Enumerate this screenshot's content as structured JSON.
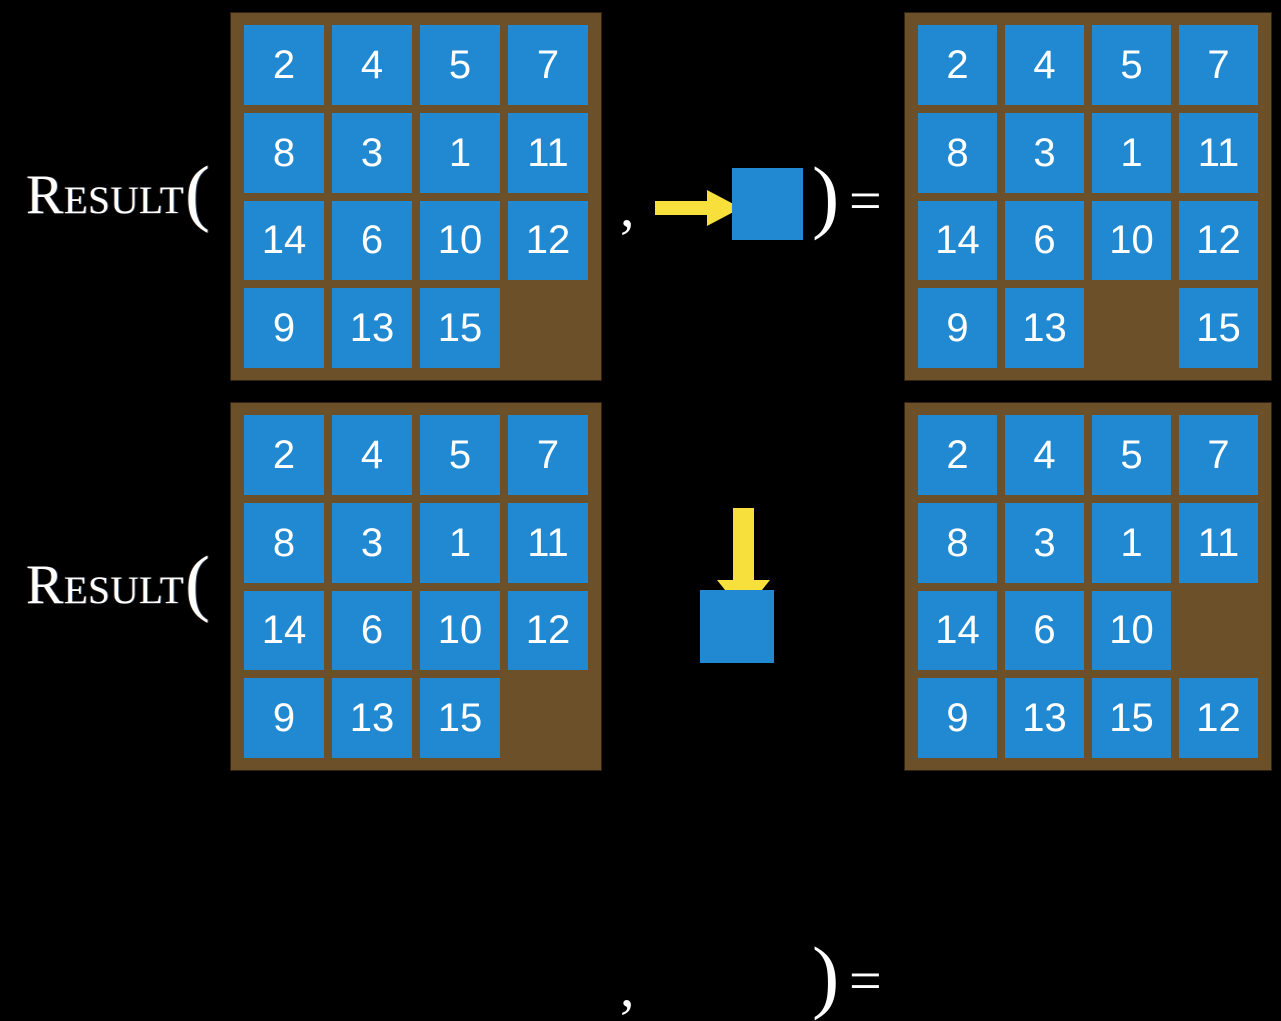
{
  "background_color": "#000000",
  "colors": {
    "board": "#6b5029",
    "tile": "#2189d1",
    "tile_text": "#ffffff",
    "arrow": "#f7e03c",
    "text": "#ffffff"
  },
  "symbols": {
    "result_prefix": "R",
    "result_rest": "esult",
    "open_paren": "(",
    "comma": ",",
    "close_paren": ")",
    "equals": "="
  },
  "rows": [
    {
      "id": "row-top",
      "label": "Result(",
      "input_board": {
        "name": "input-board-top",
        "cells": [
          [
            "2",
            "4",
            "5",
            "7"
          ],
          [
            "8",
            "3",
            "1",
            "11"
          ],
          [
            "14",
            "6",
            "10",
            "12"
          ],
          [
            "9",
            "13",
            "15",
            ""
          ]
        ]
      },
      "operand": {
        "name": "move-right-operand",
        "arrow_direction": "right",
        "arrow_icon": "arrow-right-icon",
        "tile_label": ""
      },
      "output_board": {
        "name": "output-board-top",
        "cells": [
          [
            "2",
            "4",
            "5",
            "7"
          ],
          [
            "8",
            "3",
            "1",
            "11"
          ],
          [
            "14",
            "6",
            "10",
            "12"
          ],
          [
            "9",
            "13",
            "",
            "15"
          ]
        ]
      }
    },
    {
      "id": "row-bottom",
      "label": "Result(",
      "input_board": {
        "name": "input-board-bottom",
        "cells": [
          [
            "2",
            "4",
            "5",
            "7"
          ],
          [
            "8",
            "3",
            "1",
            "11"
          ],
          [
            "14",
            "6",
            "10",
            "12"
          ],
          [
            "9",
            "13",
            "15",
            ""
          ]
        ]
      },
      "operand": {
        "name": "move-down-operand",
        "arrow_direction": "down",
        "arrow_icon": "arrow-down-icon",
        "tile_label": ""
      },
      "output_board": {
        "name": "output-board-bottom",
        "cells": [
          [
            "2",
            "4",
            "5",
            "7"
          ],
          [
            "8",
            "3",
            "1",
            "11"
          ],
          [
            "14",
            "6",
            "10",
            ""
          ],
          [
            "9",
            "13",
            "15",
            "12"
          ]
        ]
      }
    }
  ]
}
